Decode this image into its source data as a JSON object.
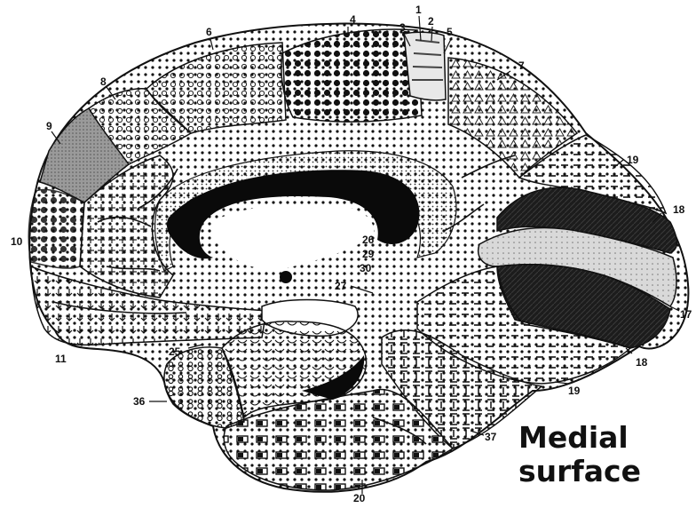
{
  "figure": {
    "caption_line1": "Medial",
    "caption_line2": "surface"
  },
  "areas": [
    {
      "id": "a1",
      "label": "1"
    },
    {
      "id": "a2",
      "label": "2"
    },
    {
      "id": "a3",
      "label": "3"
    },
    {
      "id": "a4",
      "label": "4"
    },
    {
      "id": "a5",
      "label": "5"
    },
    {
      "id": "a6",
      "label": "6"
    },
    {
      "id": "a7",
      "label": "7"
    },
    {
      "id": "a8",
      "label": "8"
    },
    {
      "id": "a9",
      "label": "9"
    },
    {
      "id": "a10",
      "label": "10"
    },
    {
      "id": "a11",
      "label": "11"
    },
    {
      "id": "a17",
      "label": "17"
    },
    {
      "id": "a18a",
      "label": "18"
    },
    {
      "id": "a18b",
      "label": "18"
    },
    {
      "id": "a19a",
      "label": "19"
    },
    {
      "id": "a19b",
      "label": "19"
    },
    {
      "id": "a20",
      "label": "20"
    },
    {
      "id": "a25",
      "label": "25"
    },
    {
      "id": "a26",
      "label": "26"
    },
    {
      "id": "a27",
      "label": "27"
    },
    {
      "id": "a29",
      "label": "29"
    },
    {
      "id": "a30",
      "label": "30"
    },
    {
      "id": "a36",
      "label": "36"
    },
    {
      "id": "a37",
      "label": "37"
    }
  ]
}
